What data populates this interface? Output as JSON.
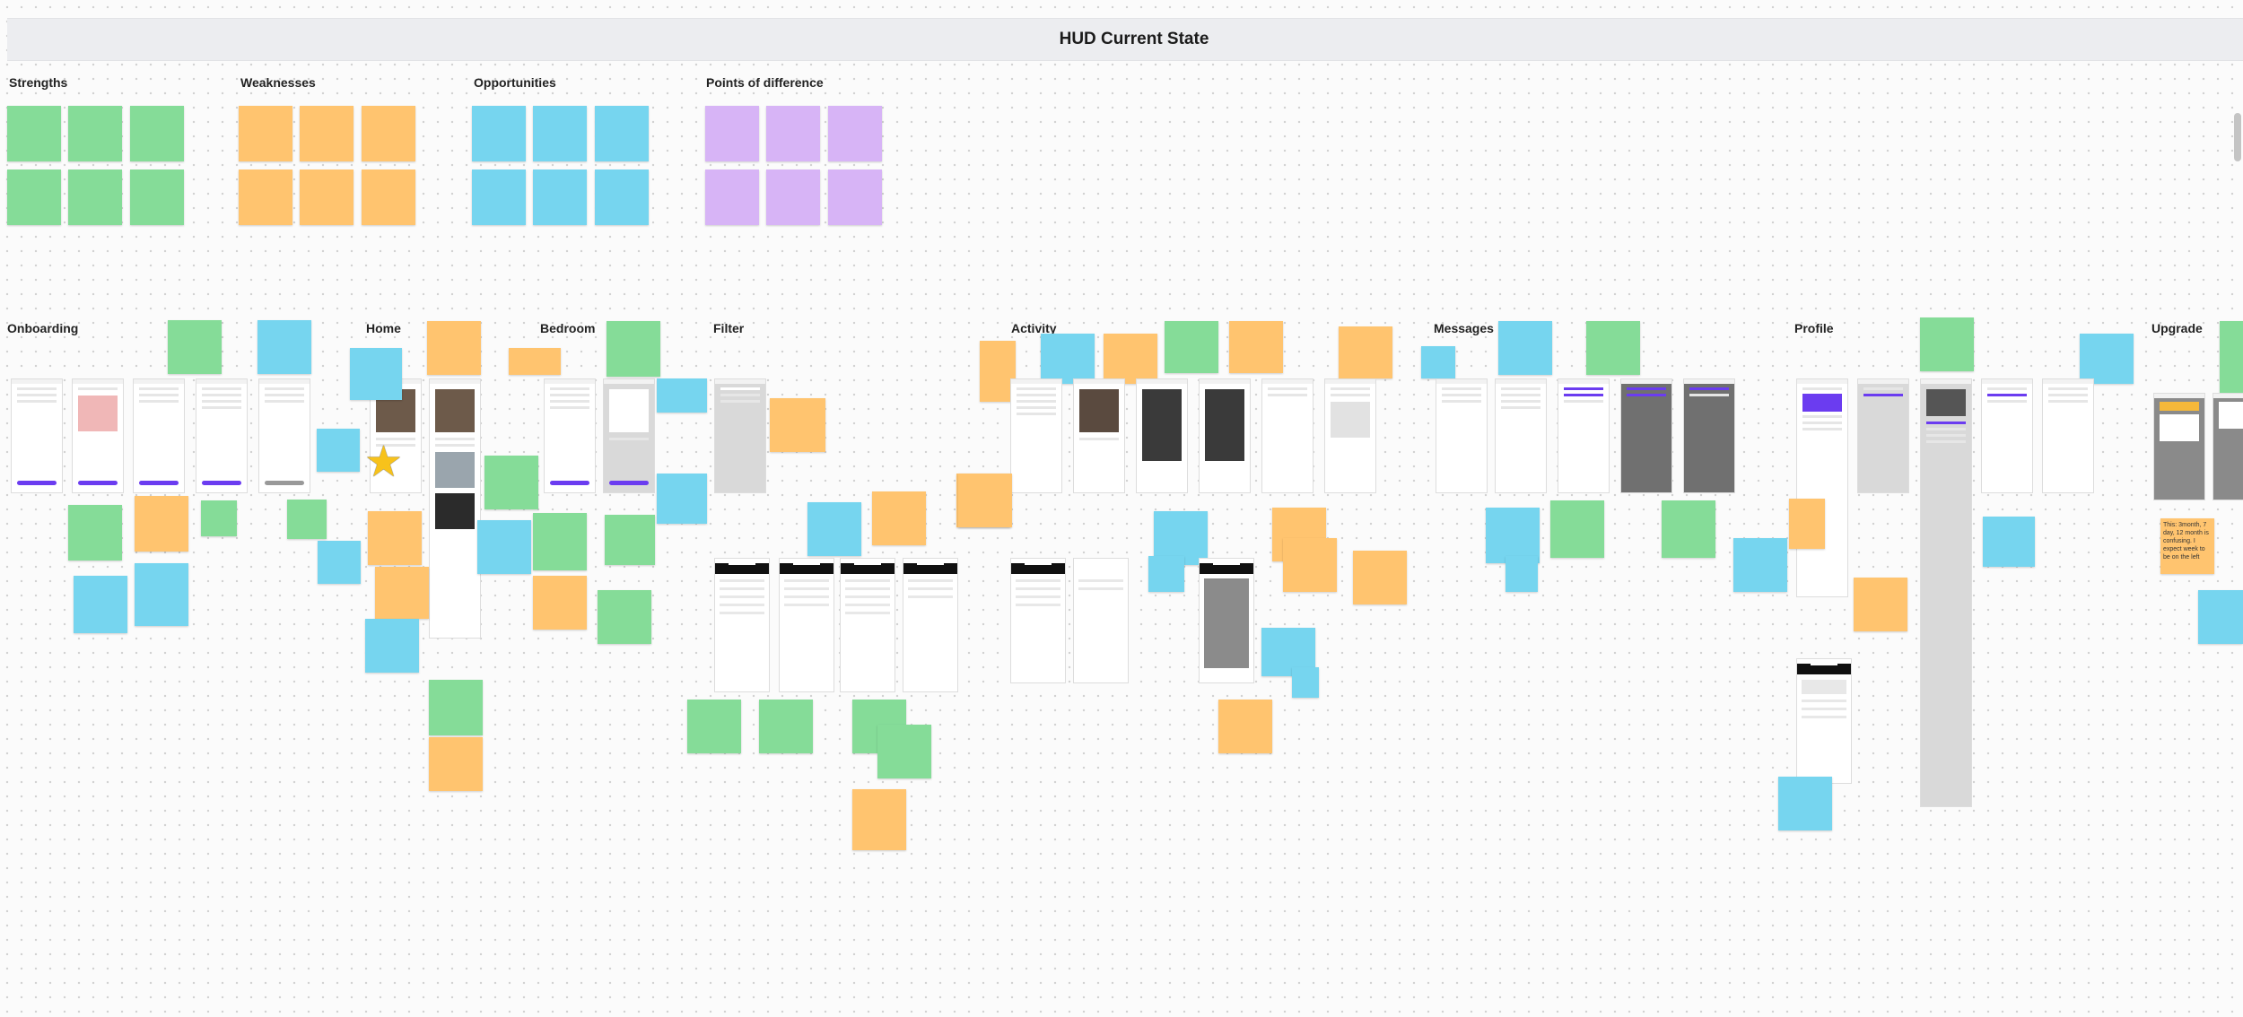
{
  "board": {
    "title": "HUD Current State"
  },
  "swot_sections": [
    {
      "id": "strengths",
      "label": "Strengths",
      "color": "#85dc98"
    },
    {
      "id": "weaknesses",
      "label": "Weaknesses",
      "color": "#ffc46f"
    },
    {
      "id": "opportunities",
      "label": "Opportunities",
      "color": "#76d5ef"
    },
    {
      "id": "points",
      "label": "Points of difference",
      "color": "#d7b4f6"
    }
  ],
  "flow_sections": [
    {
      "id": "onboarding",
      "label": "Onboarding"
    },
    {
      "id": "home",
      "label": "Home"
    },
    {
      "id": "bedroom",
      "label": "Bedroom"
    },
    {
      "id": "filter",
      "label": "Filter"
    },
    {
      "id": "activity",
      "label": "Activity"
    },
    {
      "id": "messages",
      "label": "Messages"
    },
    {
      "id": "profile",
      "label": "Profile"
    },
    {
      "id": "upgrade",
      "label": "Upgrade"
    }
  ],
  "notes": {
    "upgrade_comment": "This: 3month, 7 day, 12 month is confusing. I expect week to be on the left"
  },
  "colors": {
    "green": "#85dc98",
    "orange": "#ffc46f",
    "blue": "#76d5ef",
    "purple": "#d7b4f6",
    "banner": "#ecedf0",
    "accent": "#6b3cf0"
  },
  "icons": [
    "star-icon"
  ]
}
